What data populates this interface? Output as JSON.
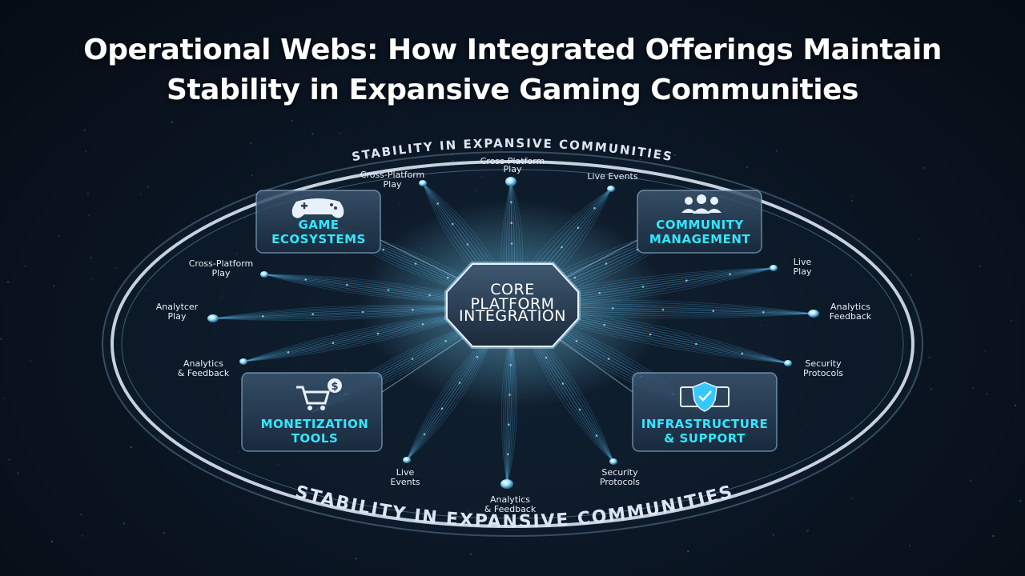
{
  "title_line1": "Operational Webs: How Integrated Offerings Maintain",
  "title_line2": "Stability in Expansive Gaming Communities",
  "ring_text": "STABILITY IN EXPANSIVE COMMUNITIES",
  "core": {
    "line1": "CORE",
    "line2": "PLATFORM",
    "line3": "INTEGRATION"
  },
  "modules": {
    "game": {
      "line1": "GAME",
      "line2": "ECOSYSTEMS",
      "icon": "gamepad-icon"
    },
    "community": {
      "line1": "COMMUNITY",
      "line2": "MANAGEMENT",
      "icon": "people-icon"
    },
    "monetization": {
      "line1": "MONETIZATION",
      "line2": "TOOLS",
      "icon": "cart-dollar-icon"
    },
    "infrastructure": {
      "line1": "INFRASTRUCTURE",
      "line2": "& SUPPORT",
      "icon": "shield-icon"
    }
  },
  "nodes": {
    "top_left": [
      "Cross-Platform",
      "Play"
    ],
    "top_center": [
      "Cross-Platform",
      "Play"
    ],
    "top_right": [
      "Live Events"
    ],
    "left_upper": [
      "Cross-Platform",
      "Play"
    ],
    "left_mid": [
      "Analytcer",
      "Play"
    ],
    "left_lower": [
      "Analytics",
      "& Feedback"
    ],
    "right_upper": [
      "Live",
      "Play"
    ],
    "right_mid": [
      "Analytics",
      "Feedback"
    ],
    "right_lower": [
      "Security",
      "Protocols"
    ],
    "bottom_left": [
      "Live",
      "Events"
    ],
    "bottom_center": [
      "Analytics",
      "& Feedback"
    ],
    "bottom_right": [
      "Security",
      "Protocols"
    ]
  },
  "colors": {
    "accent_cyan": "#35e6ff",
    "ring": "#cfe3f5",
    "web_line": "#5fc8ff"
  }
}
